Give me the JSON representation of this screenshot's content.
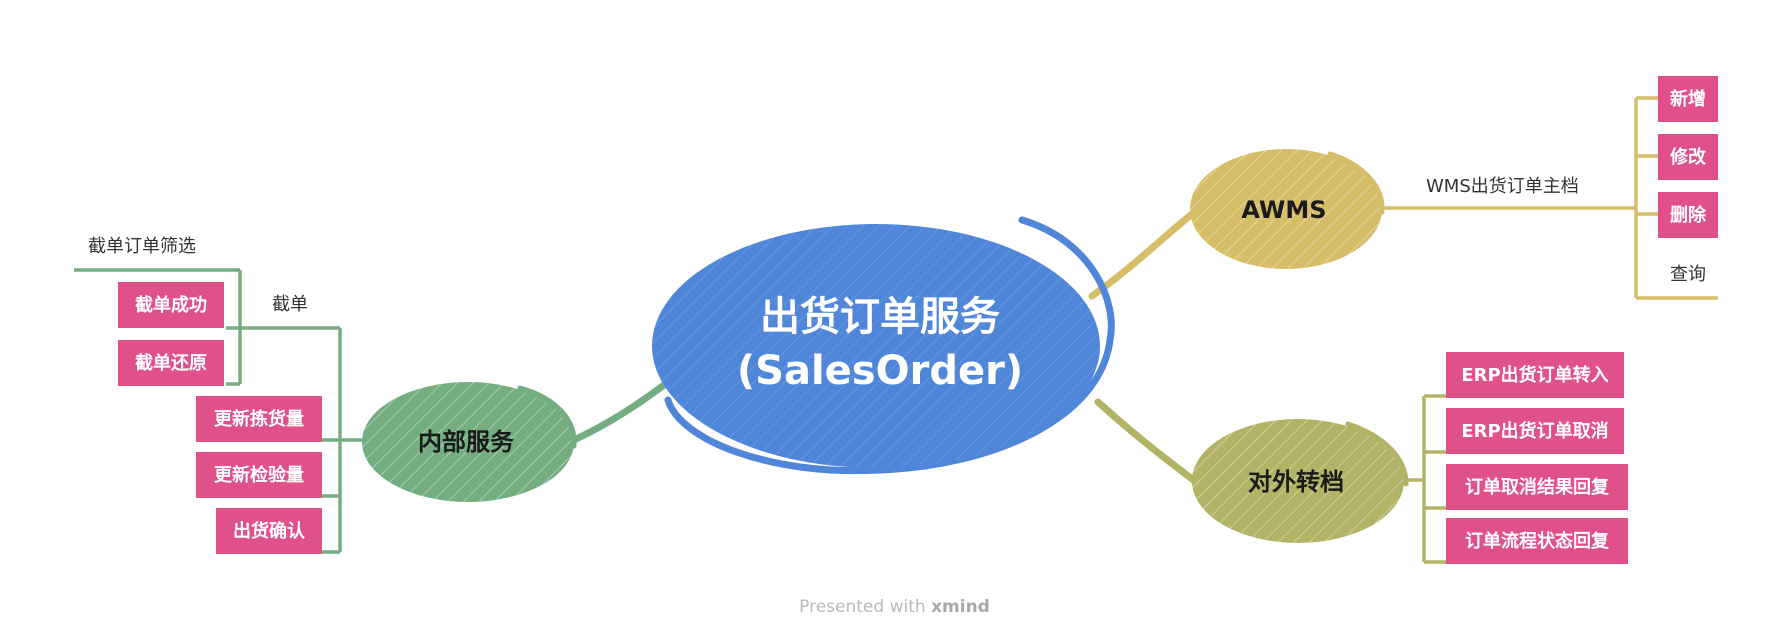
{
  "central": {
    "title_line1": "出货订单服务",
    "title_line2": "(SalesOrder)",
    "color": "#4f86d9"
  },
  "branches": {
    "internal": {
      "label": "内部服务",
      "color": "#74ae80",
      "cutoff_group": {
        "label": "截单",
        "filter_label": "截单订单筛选",
        "items": [
          "截单成功",
          "截单还原"
        ]
      },
      "items": [
        "更新拣货量",
        "更新检验量",
        "出货确认"
      ]
    },
    "awms": {
      "label": "AWMS",
      "color": "#d6bd68",
      "sub_label": "WMS出货订单主档",
      "actions": [
        "新增",
        "修改",
        "删除"
      ],
      "query_label": "查询"
    },
    "external": {
      "label": "对外转档",
      "color": "#b2b365",
      "items": [
        "ERP出货订单转入",
        "ERP出货订单取消",
        "订单取消结果回复",
        "订单流程状态回复"
      ]
    }
  },
  "colors": {
    "leaf_box": "#e0508a",
    "leaf_text": "#ffffff"
  },
  "footer": {
    "prefix": "Presented with ",
    "brand": "xmind"
  }
}
